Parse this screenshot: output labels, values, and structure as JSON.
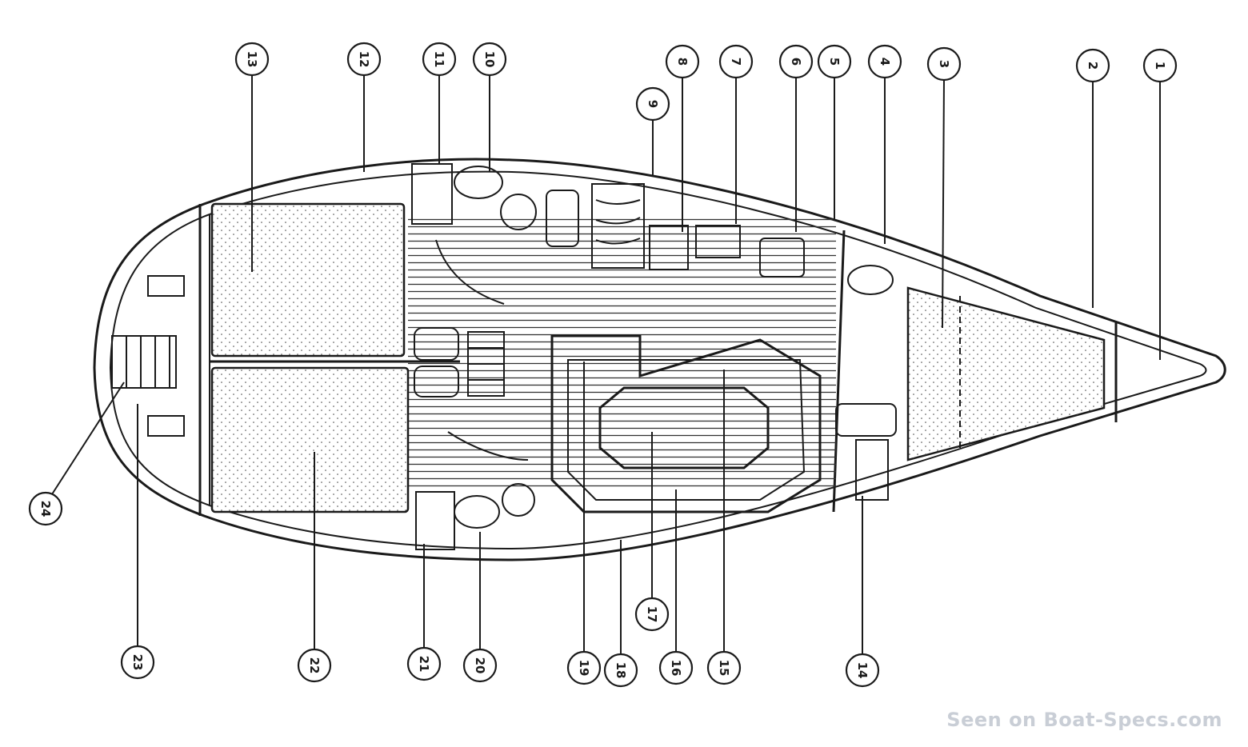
{
  "callouts": [
    {
      "number": "1"
    },
    {
      "number": "2"
    },
    {
      "number": "3"
    },
    {
      "number": "4"
    },
    {
      "number": "5"
    },
    {
      "number": "6"
    },
    {
      "number": "7"
    },
    {
      "number": "8"
    },
    {
      "number": "9"
    },
    {
      "number": "10"
    },
    {
      "number": "11"
    },
    {
      "number": "12"
    },
    {
      "number": "13"
    },
    {
      "number": "14"
    },
    {
      "number": "15"
    },
    {
      "number": "16"
    },
    {
      "number": "17"
    },
    {
      "number": "18"
    },
    {
      "number": "19"
    },
    {
      "number": "20"
    },
    {
      "number": "21"
    },
    {
      "number": "22"
    },
    {
      "number": "23"
    },
    {
      "number": "24"
    }
  ],
  "watermark": "Seen on Boat-Specs.com",
  "colors": {
    "ink": "#1a1a1a",
    "watermark": "#c9ced6"
  }
}
